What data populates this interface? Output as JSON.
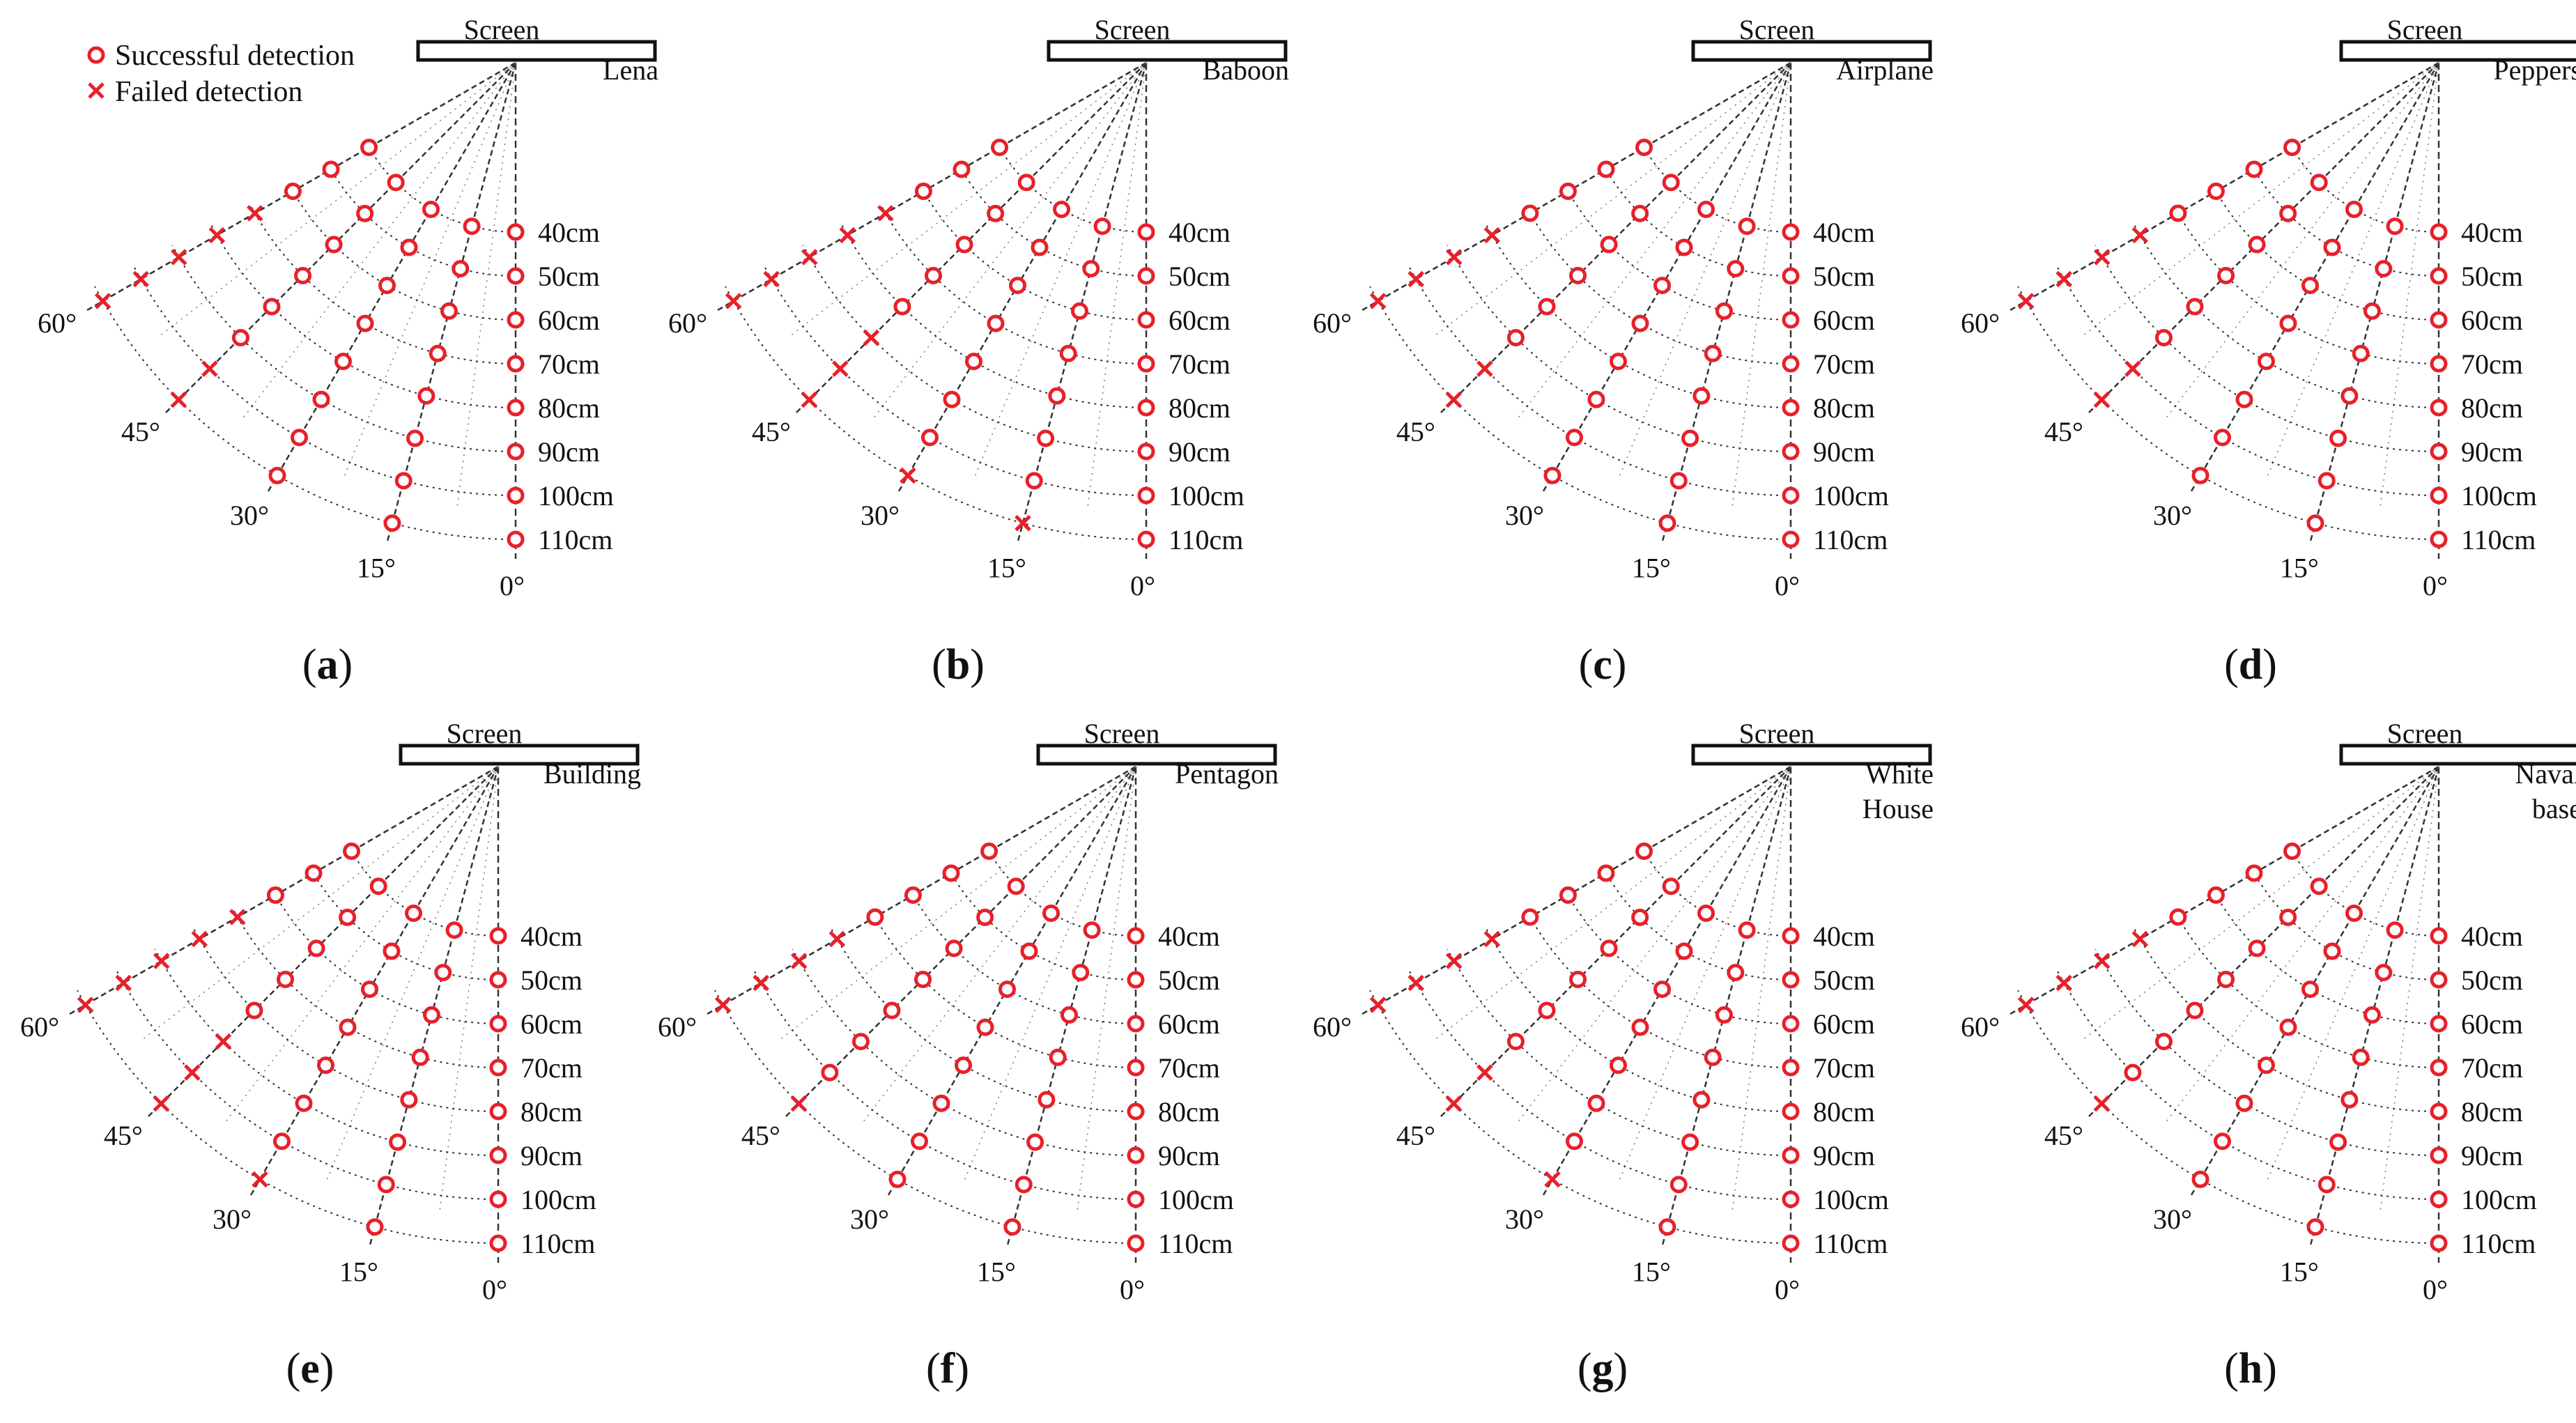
{
  "legend": {
    "success_label": "Successful detection",
    "failed_label": "Failed detection"
  },
  "colors": {
    "success": "#e8202a",
    "failed": "#e8202a",
    "grid": "#333333",
    "screen": "#111111"
  },
  "screen_label": "Screen",
  "distance_labels": [
    "40cm",
    "50cm",
    "60cm",
    "70cm",
    "80cm",
    "90cm",
    "100cm",
    "110cm"
  ],
  "angle_labels": [
    "0°",
    "15°",
    "30°",
    "45°",
    "60°"
  ],
  "chart_data": [
    {
      "type": "scatter",
      "panel_label": "a",
      "image_name": [
        "Lena"
      ],
      "angles": [
        0,
        15,
        30,
        45,
        60
      ],
      "distances": [
        40,
        50,
        60,
        70,
        80,
        90,
        100,
        110
      ],
      "detection": {
        "0": "SSSSSSSS",
        "15": "SSSSSSSS",
        "30": "SSSSSSSS",
        "45": "SSSSSSFF",
        "60": "SSSFFFFF"
      }
    },
    {
      "type": "scatter",
      "panel_label": "b",
      "image_name": [
        "Baboon"
      ],
      "angles": [
        0,
        15,
        30,
        45,
        60
      ],
      "distances": [
        40,
        50,
        60,
        70,
        80,
        90,
        100,
        110
      ],
      "detection": {
        "0": "SSSSSSSS",
        "15": "SSSSSSSF",
        "30": "SSSSSSSF",
        "45": "SSSSSFFF",
        "60": "SSSFFFFF"
      }
    },
    {
      "type": "scatter",
      "panel_label": "c",
      "image_name": [
        "Airplane"
      ],
      "angles": [
        0,
        15,
        30,
        45,
        60
      ],
      "distances": [
        40,
        50,
        60,
        70,
        80,
        90,
        100,
        110
      ],
      "detection": {
        "0": "SSSSSSSS",
        "15": "SSSSSSSS",
        "30": "SSSSSSSS",
        "45": "SSSSSSFF",
        "60": "SSSSFFFF"
      }
    },
    {
      "type": "scatter",
      "panel_label": "d",
      "image_name": [
        "Peppers"
      ],
      "angles": [
        0,
        15,
        30,
        45,
        60
      ],
      "distances": [
        40,
        50,
        60,
        70,
        80,
        90,
        100,
        110
      ],
      "detection": {
        "0": "SSSSSSSS",
        "15": "SSSSSSSS",
        "30": "SSSSSSSS",
        "45": "SSSSSSFF",
        "60": "SSSSFFFF"
      }
    },
    {
      "type": "scatter",
      "panel_label": "e",
      "image_name": [
        "Building"
      ],
      "angles": [
        0,
        15,
        30,
        45,
        60
      ],
      "distances": [
        40,
        50,
        60,
        70,
        80,
        90,
        100,
        110
      ],
      "detection": {
        "0": "SSSSSSSS",
        "15": "SSSSSSSS",
        "30": "SSSSSSSF",
        "45": "SSSSSFFF",
        "60": "SSSFFFFF"
      }
    },
    {
      "type": "scatter",
      "panel_label": "f",
      "image_name": [
        "Pentagon"
      ],
      "angles": [
        0,
        15,
        30,
        45,
        60
      ],
      "distances": [
        40,
        50,
        60,
        70,
        80,
        90,
        100,
        110
      ],
      "detection": {
        "0": "SSSSSSSS",
        "15": "SSSSSSSS",
        "30": "SSSSSSSS",
        "45": "SSSSSSSF",
        "60": "SSSSFFFF"
      }
    },
    {
      "type": "scatter",
      "panel_label": "g",
      "image_name": [
        "White",
        "House"
      ],
      "angles": [
        0,
        15,
        30,
        45,
        60
      ],
      "distances": [
        40,
        50,
        60,
        70,
        80,
        90,
        100,
        110
      ],
      "detection": {
        "0": "SSSSSSSS",
        "15": "SSSSSSSS",
        "30": "SSSSSSSF",
        "45": "SSSSSSFF",
        "60": "SSSSFFFF"
      }
    },
    {
      "type": "scatter",
      "panel_label": "h",
      "image_name": [
        "Naval",
        "base"
      ],
      "angles": [
        0,
        15,
        30,
        45,
        60
      ],
      "distances": [
        40,
        50,
        60,
        70,
        80,
        90,
        100,
        110
      ],
      "detection": {
        "0": "SSSSSSSS",
        "15": "SSSSSSSS",
        "30": "SSSSSSSS",
        "45": "SSSSSSSF",
        "60": "SSSSFFFF"
      }
    }
  ]
}
